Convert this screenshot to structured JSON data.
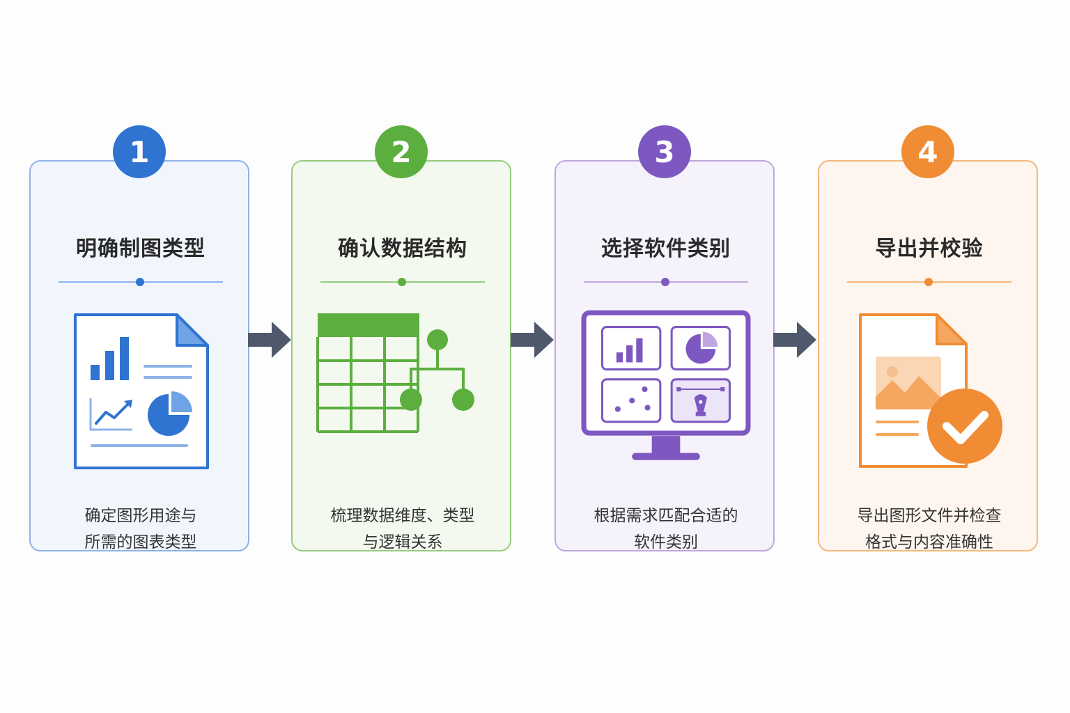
{
  "steps": [
    {
      "number": "1",
      "title": "明确制图类型",
      "desc_line1": "确定图形用途与",
      "desc_line2": "所需的图表类型",
      "icon": "chart-document-icon",
      "color": "#2f74d0"
    },
    {
      "number": "2",
      "title": "确认数据结构",
      "desc_line1": "梳理数据维度、类型",
      "desc_line2": "与逻辑关系",
      "icon": "table-hierarchy-icon",
      "color": "#5cae3f"
    },
    {
      "number": "3",
      "title": "选择软件类别",
      "desc_line1": "根据需求匹配合适的",
      "desc_line2": "软件类别",
      "icon": "monitor-apps-icon",
      "color": "#7d58c0"
    },
    {
      "number": "4",
      "title": "导出并校验",
      "desc_line1": "导出图形文件并检查",
      "desc_line2": "格式与内容准确性",
      "icon": "export-check-icon",
      "color": "#f08c33"
    }
  ],
  "arrow_color": "#4e5a6b"
}
